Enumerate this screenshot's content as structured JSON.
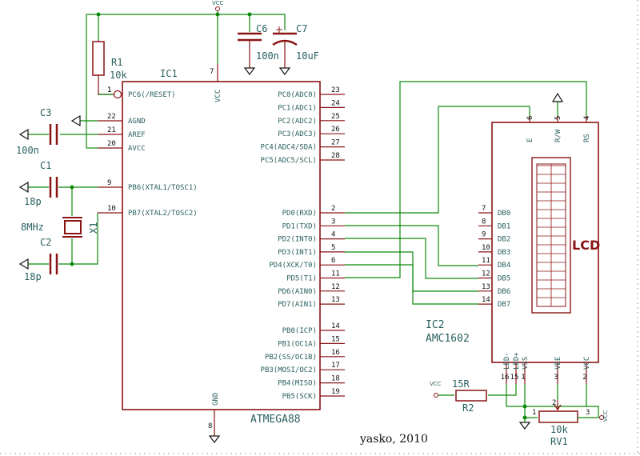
{
  "ic1": {
    "ref": "IC1",
    "value": "ATMEGA88",
    "vcc_label": "VCC",
    "gnd_label": "GND",
    "vcc_pin": "7",
    "gnd_pin": "8",
    "left_pins": [
      {
        "num": "1",
        "name": "PC6(/RESET)"
      },
      {
        "num": "22",
        "name": "AGND"
      },
      {
        "num": "21",
        "name": "AREF"
      },
      {
        "num": "20",
        "name": "AVCC"
      },
      {
        "num": "9",
        "name": "PB6(XTAL1/TOSC1)"
      },
      {
        "num": "10",
        "name": "PB7(XTAL2/TOSC2)"
      }
    ],
    "right_pins": [
      {
        "num": "23",
        "name": "PC0(ADC0)"
      },
      {
        "num": "24",
        "name": "PC1(ADC1)"
      },
      {
        "num": "25",
        "name": "PC2(ADC2)"
      },
      {
        "num": "26",
        "name": "PC3(ADC3)"
      },
      {
        "num": "27",
        "name": "PC4(ADC4/SDA)"
      },
      {
        "num": "28",
        "name": "PC5(ADC5/SCL)"
      },
      {
        "num": "2",
        "name": "PD0(RXD)"
      },
      {
        "num": "3",
        "name": "PD1(TXD)"
      },
      {
        "num": "4",
        "name": "PD2(INT0)"
      },
      {
        "num": "5",
        "name": "PD3(INT1)"
      },
      {
        "num": "6",
        "name": "PD4(XCK/T0)"
      },
      {
        "num": "11",
        "name": "PD5(T1)"
      },
      {
        "num": "12",
        "name": "PD6(AIN0)"
      },
      {
        "num": "13",
        "name": "PD7(AIN1)"
      },
      {
        "num": "14",
        "name": "PB0(ICP)"
      },
      {
        "num": "15",
        "name": "PB1(OC1A)"
      },
      {
        "num": "16",
        "name": "PB2(SS/OC1B)"
      },
      {
        "num": "17",
        "name": "PB3(MOSI/OC2)"
      },
      {
        "num": "18",
        "name": "PB4(MISO)"
      },
      {
        "num": "19",
        "name": "PB5(SCK)"
      }
    ]
  },
  "ic2": {
    "ref": "IC2",
    "value": "AMC1602",
    "lcd_label": "LCD",
    "data_pins": [
      {
        "num": "7",
        "name": "DB0"
      },
      {
        "num": "8",
        "name": "DB1"
      },
      {
        "num": "9",
        "name": "DB2"
      },
      {
        "num": "10",
        "name": "DB3"
      },
      {
        "num": "11",
        "name": "DB4"
      },
      {
        "num": "12",
        "name": "DB5"
      },
      {
        "num": "13",
        "name": "DB6"
      },
      {
        "num": "14",
        "name": "DB7"
      }
    ],
    "top_pins": [
      {
        "num": "6",
        "name": "E"
      },
      {
        "num": "5",
        "name": "R/W"
      },
      {
        "num": "4",
        "name": "RS"
      }
    ],
    "bottom_pins": [
      {
        "num": "16",
        "name": "LED-"
      },
      {
        "num": "15",
        "name": "LED+"
      },
      {
        "num": "1",
        "name": "VSS"
      },
      {
        "num": "3",
        "name": "VEE"
      },
      {
        "num": "2",
        "name": "VCC"
      }
    ]
  },
  "parts": {
    "r1": {
      "ref": "R1",
      "value": "10k",
      "pin": "1"
    },
    "r2": {
      "ref": "R2",
      "value": "15R"
    },
    "rv1": {
      "ref": "RV1",
      "value": "10k",
      "pin1": "1",
      "pin2": "2",
      "pin3": "3"
    },
    "c1": {
      "ref": "C1",
      "value": "18p"
    },
    "c2": {
      "ref": "C2",
      "value": "18p"
    },
    "c3": {
      "ref": "C3",
      "value": "100n"
    },
    "c6": {
      "ref": "C6",
      "value": "100n"
    },
    "c7": {
      "ref": "C7",
      "value": "10uF"
    },
    "x1": {
      "ref": "X1",
      "value": "8MHz"
    }
  },
  "power": {
    "vcc": "VCC"
  },
  "author": "yasko, 2010"
}
